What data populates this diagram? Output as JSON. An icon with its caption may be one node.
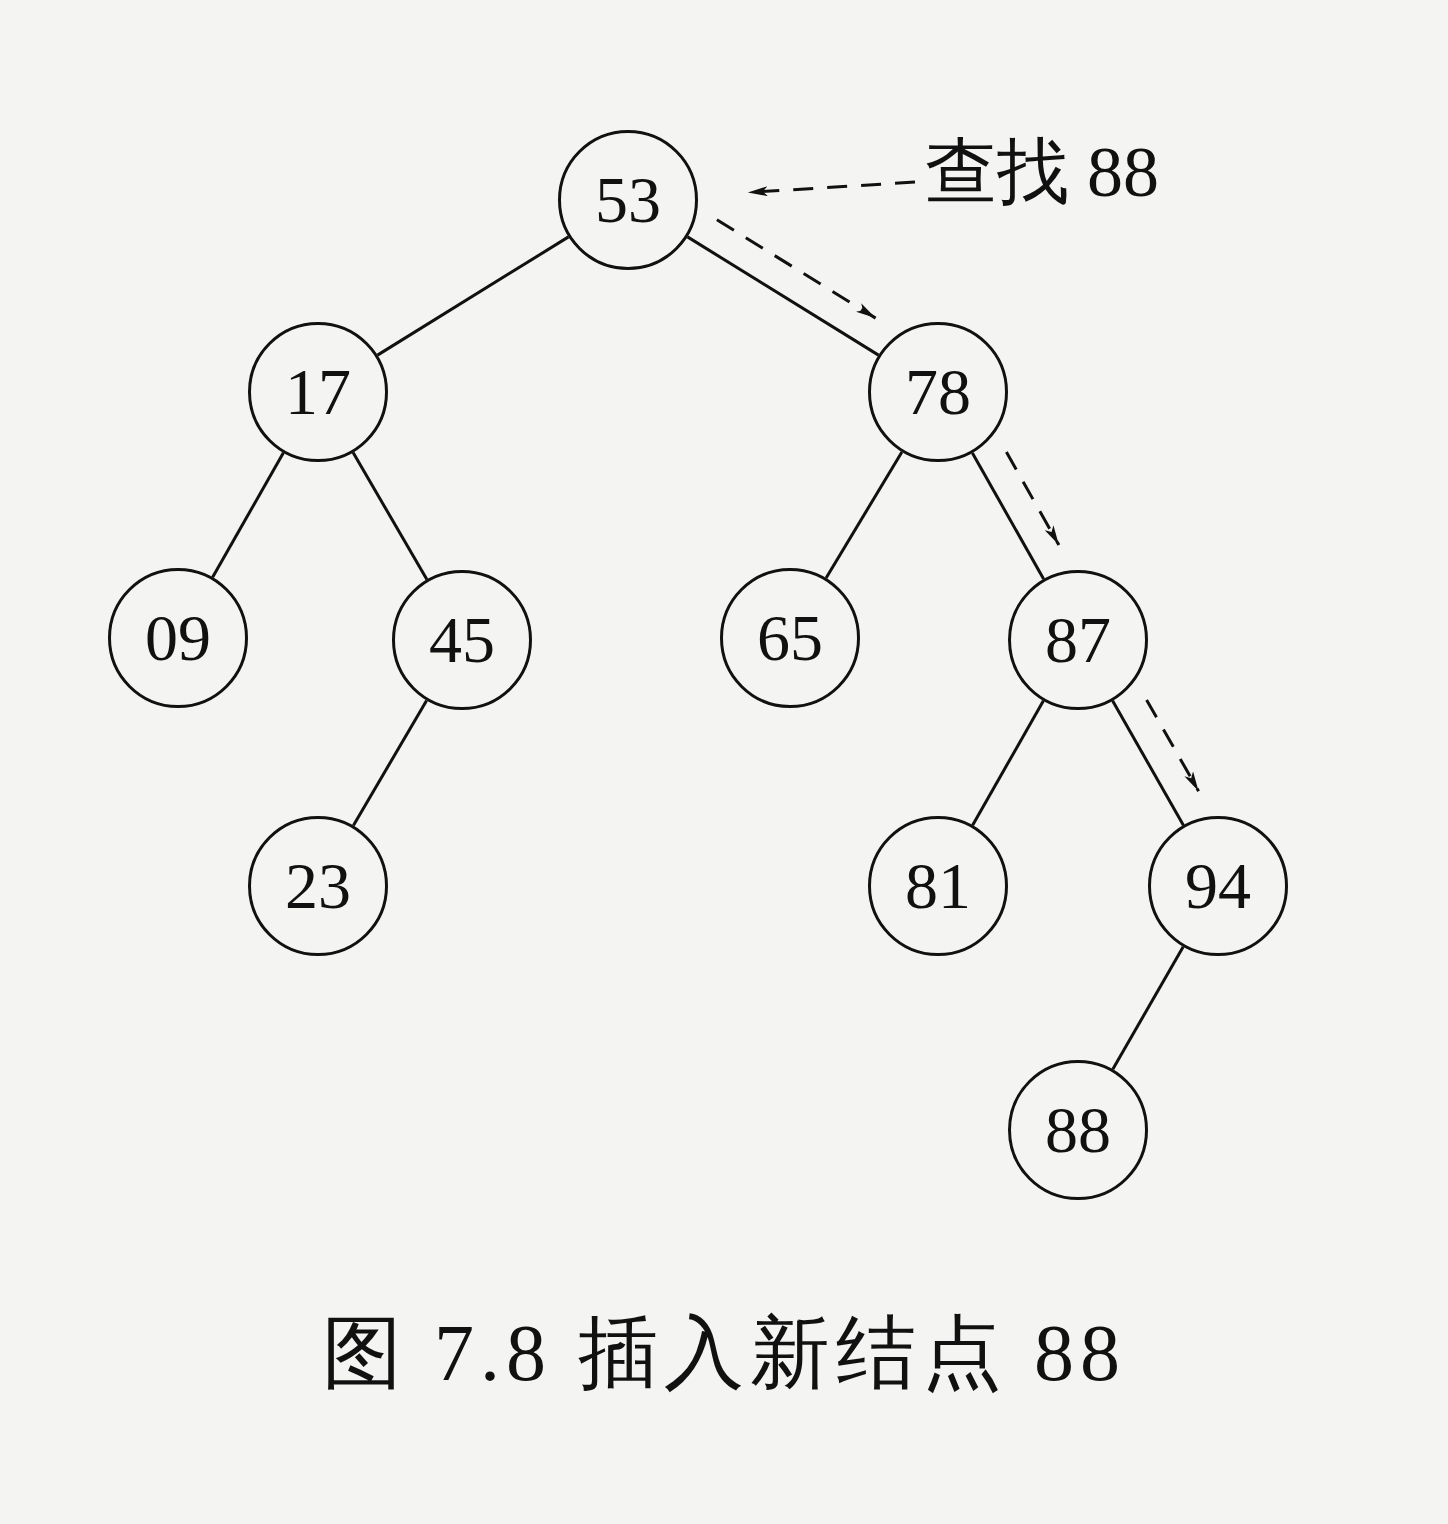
{
  "diagram": {
    "caption": "图 7.8 插入新结点 88",
    "nodes": [
      {
        "text": [
          "53"
        ]
      },
      {
        "text": [
          "查找 88"
        ]
      },
      {
        "text": [
          "17"
        ]
      },
      {
        "text": [
          "78"
        ]
      },
      {
        "text": [
          "09"
        ]
      },
      {
        "text": [
          "45"
        ]
      },
      {
        "text": [
          "65"
        ]
      },
      {
        "text": [
          "87"
        ]
      },
      {
        "text": [
          "23"
        ]
      },
      {
        "text": [
          "81"
        ]
      },
      {
        "text": [
          "94"
        ]
      },
      {
        "text": [
          "88"
        ]
      }
    ],
    "edges": [
      {
        "from": 0,
        "to": 2,
        "arrow": "none"
      },
      {
        "from": 0,
        "to": 3,
        "arrow": "none"
      },
      {
        "from": 2,
        "to": 4,
        "arrow": "none"
      },
      {
        "from": 2,
        "to": 5,
        "arrow": "none"
      },
      {
        "from": 5,
        "to": 8,
        "arrow": "none"
      },
      {
        "from": 3,
        "to": 6,
        "arrow": "none"
      },
      {
        "from": 3,
        "to": 7,
        "arrow": "none"
      },
      {
        "from": 7,
        "to": 9,
        "arrow": "none"
      },
      {
        "from": 7,
        "to": 10,
        "arrow": "none"
      },
      {
        "from": 10,
        "to": 11,
        "arrow": "none"
      },
      {
        "from": 1,
        "to": 0,
        "arrow": "to",
        "style": "dashed"
      },
      {
        "from": 0,
        "to": 3,
        "arrow": "to",
        "style": "dashed"
      },
      {
        "from": 3,
        "to": 7,
        "arrow": "to",
        "style": "dashed"
      },
      {
        "from": 7,
        "to": 10,
        "arrow": "to",
        "style": "dashed"
      }
    ]
  }
}
